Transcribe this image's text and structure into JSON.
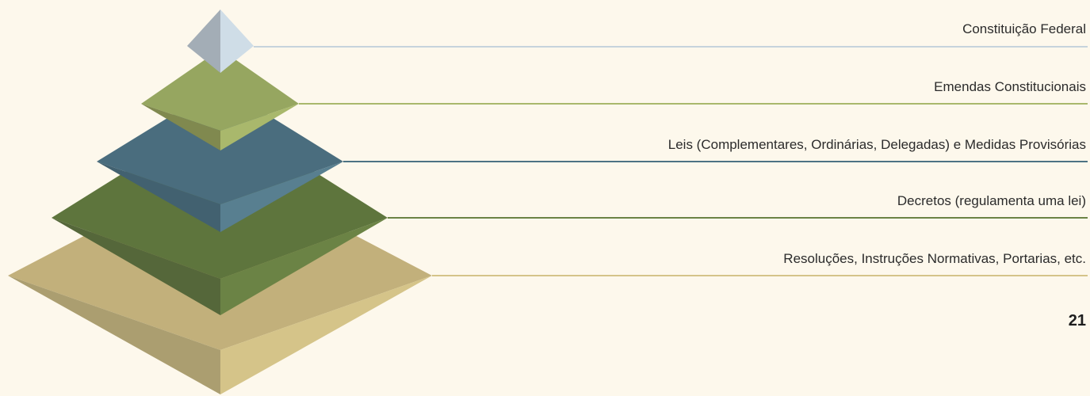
{
  "diagram": {
    "levels": [
      {
        "label": "Constituição Federal",
        "color_left": "#a3adb6",
        "color_right": "#cfdde7",
        "line_color": "#c6d3dc"
      },
      {
        "label": "Emendas Constitucionais",
        "color_left": "#80894f",
        "color_right": "#a9b86c",
        "line_color": "#a9b86c"
      },
      {
        "label": "Leis (Complementares, Ordinárias, Delegadas) e Medidas Provisórias",
        "color_left": "#426170",
        "color_right": "#587f90",
        "line_color": "#4d7384"
      },
      {
        "label": "Decretos (regulamenta uma lei)",
        "color_left": "#55673a",
        "color_right": "#6b8345",
        "line_color": "#6b8345"
      },
      {
        "label": "Resoluções, Instruções Normativas, Portarias, etc.",
        "color_left": "#ab9e70",
        "color_right": "#d5c489",
        "line_color": "#d5c489"
      }
    ]
  },
  "page": {
    "number": "21",
    "background": "#fdf8ec"
  }
}
